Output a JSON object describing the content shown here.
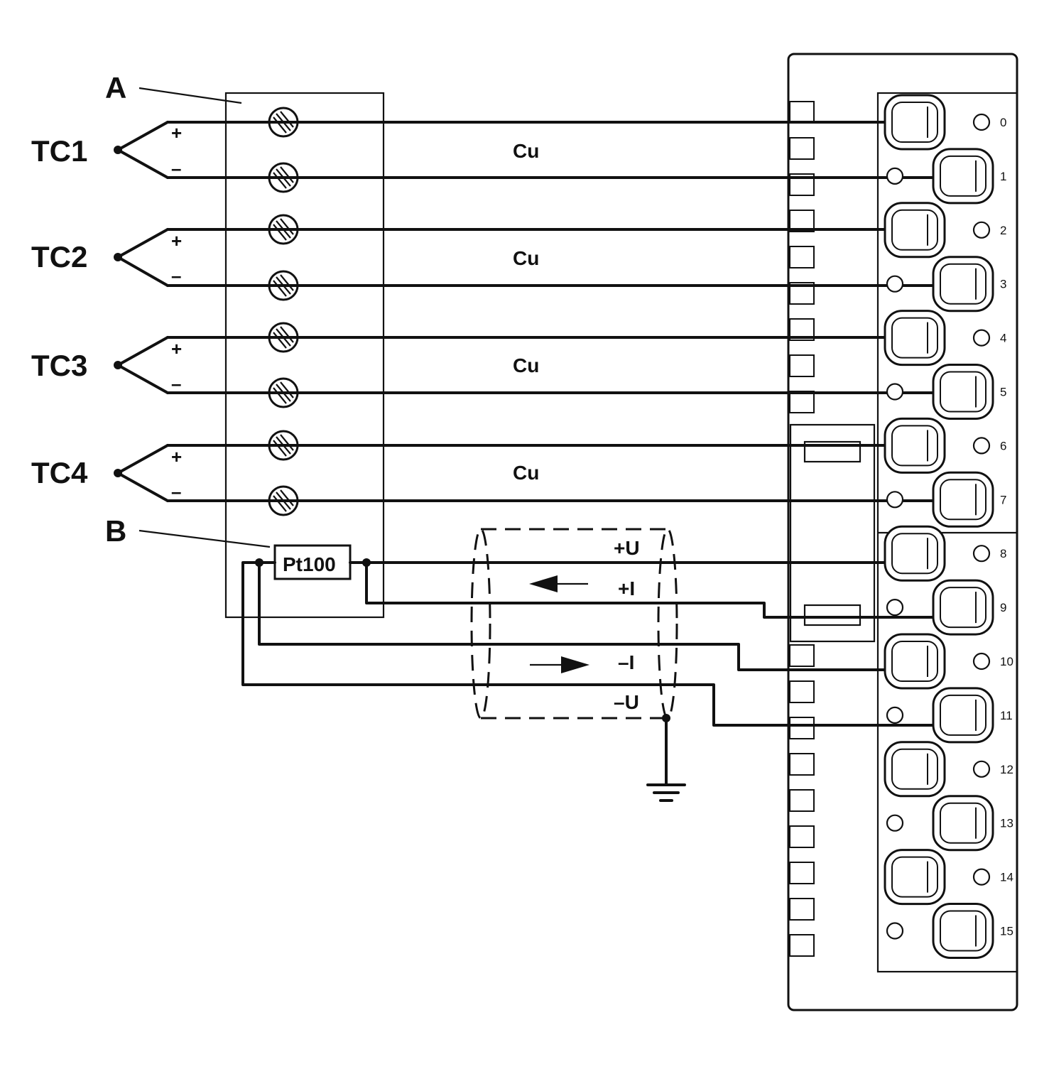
{
  "labels": {
    "a": "A",
    "b": "B",
    "rtd": "Pt100",
    "shield_plus_u": "+U",
    "shield_plus_i": "+I",
    "shield_minus_i": "–I",
    "shield_minus_u": "–U"
  },
  "thermocouples": [
    {
      "name": "TC1",
      "plus": "+",
      "minus": "–",
      "conductor": "Cu"
    },
    {
      "name": "TC2",
      "plus": "+",
      "minus": "–",
      "conductor": "Cu"
    },
    {
      "name": "TC3",
      "plus": "+",
      "minus": "–",
      "conductor": "Cu"
    },
    {
      "name": "TC4",
      "plus": "+",
      "minus": "–",
      "conductor": "Cu"
    }
  ],
  "terminal_numbers": [
    "0",
    "1",
    "2",
    "3",
    "4",
    "5",
    "6",
    "7",
    "8",
    "9",
    "10",
    "11",
    "12",
    "13",
    "14",
    "15"
  ],
  "connections": [
    {
      "from": "TC1 +",
      "to": "0"
    },
    {
      "from": "TC1 –",
      "to": "1"
    },
    {
      "from": "TC2 +",
      "to": "2"
    },
    {
      "from": "TC2 –",
      "to": "3"
    },
    {
      "from": "TC3 +",
      "to": "4"
    },
    {
      "from": "TC3 –",
      "to": "5"
    },
    {
      "from": "TC4 +",
      "to": "6"
    },
    {
      "from": "TC4 –",
      "to": "7"
    },
    {
      "from": "+U",
      "to": "8"
    },
    {
      "from": "+I",
      "to": "9"
    },
    {
      "from": "–I",
      "to": "10"
    },
    {
      "from": "–U",
      "to": "11"
    }
  ]
}
